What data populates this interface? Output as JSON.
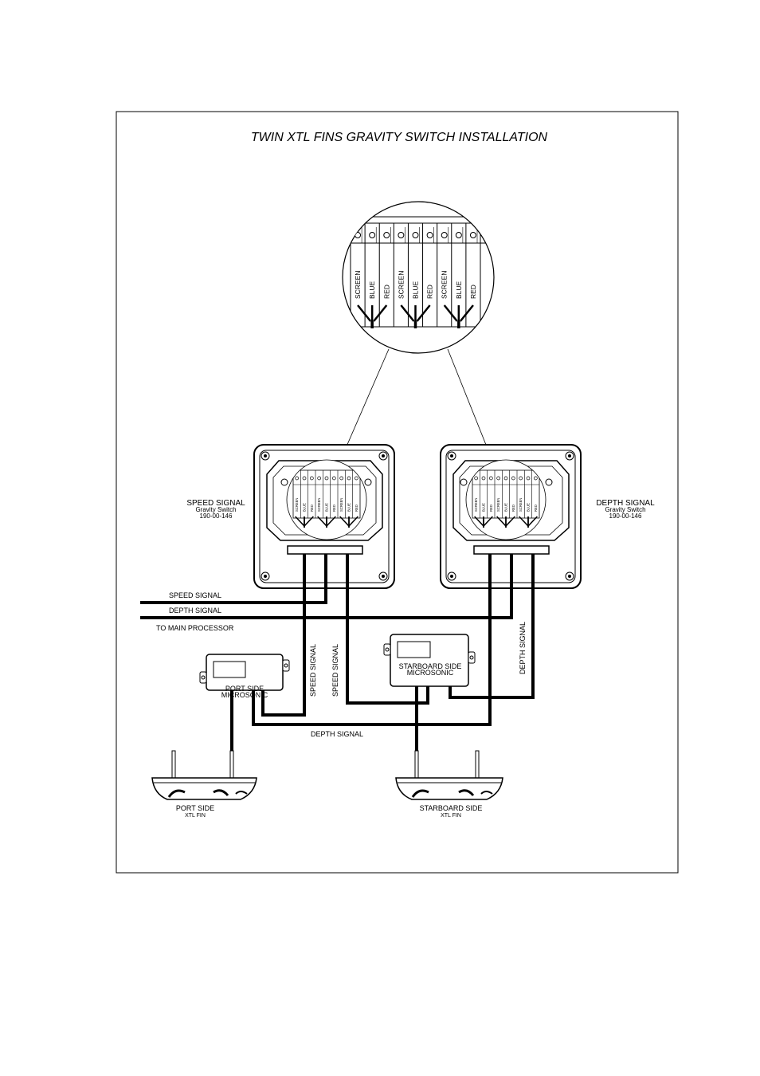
{
  "title": "TWIN XTL FINS GRAVITY SWITCH INSTALLATION",
  "zoom_terminals": [
    "SCREEN",
    "BLUE",
    "RED",
    "SCREEN",
    "BLUE",
    "RED",
    "SCREEN",
    "BLUE",
    "RED"
  ],
  "box_terminals": [
    "SCREEN",
    "BLUE",
    "RED",
    "SCREEN",
    "BLUE",
    "RED",
    "SCREEN",
    "BLUE",
    "RED"
  ],
  "speed_switch": {
    "label": "SPEED SIGNAL",
    "sub": "Gravity Switch",
    "part": "190-00-146"
  },
  "depth_switch": {
    "label": "DEPTH SIGNAL",
    "sub": "Gravity Switch",
    "part": "190-00-146"
  },
  "cables": {
    "speed_signal": "SPEED SIGNAL",
    "depth_signal": "DEPTH SIGNAL",
    "to_main": "TO MAIN PROCESSOR",
    "vert_speed_1": "SPEED SIGNAL",
    "vert_speed_2": "SPEED SIGNAL",
    "vert_depth": "DEPTH SIGNAL",
    "bottom_depth": "DEPTH SIGNAL"
  },
  "port_microsonic": {
    "line1": "PORT SIDE",
    "line2": "MICROSONIC"
  },
  "starboard_microsonic": {
    "line1": "STARBOARD SIDE",
    "line2": "MICROSONIC"
  },
  "port_fin": {
    "line1": "PORT SIDE",
    "line2": "XTL FIN"
  },
  "starboard_fin": {
    "line1": "STARBOARD SIDE",
    "line2": "XTL FIN"
  }
}
